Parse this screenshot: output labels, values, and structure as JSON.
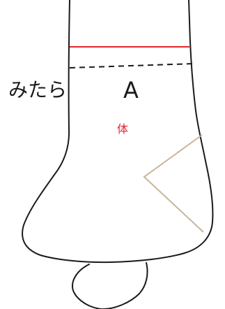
{
  "labels": {
    "side_text": "みたら",
    "letter": "A",
    "kanji": "体"
  },
  "colors": {
    "outline": "#1a1a1a",
    "red_line": "#e0262a",
    "dashed_line": "#1a1a1a",
    "wedge": "#c9b49a",
    "kanji": "#e0262a"
  },
  "line_styles": {
    "red_line": "solid",
    "second_line": "dashed"
  }
}
